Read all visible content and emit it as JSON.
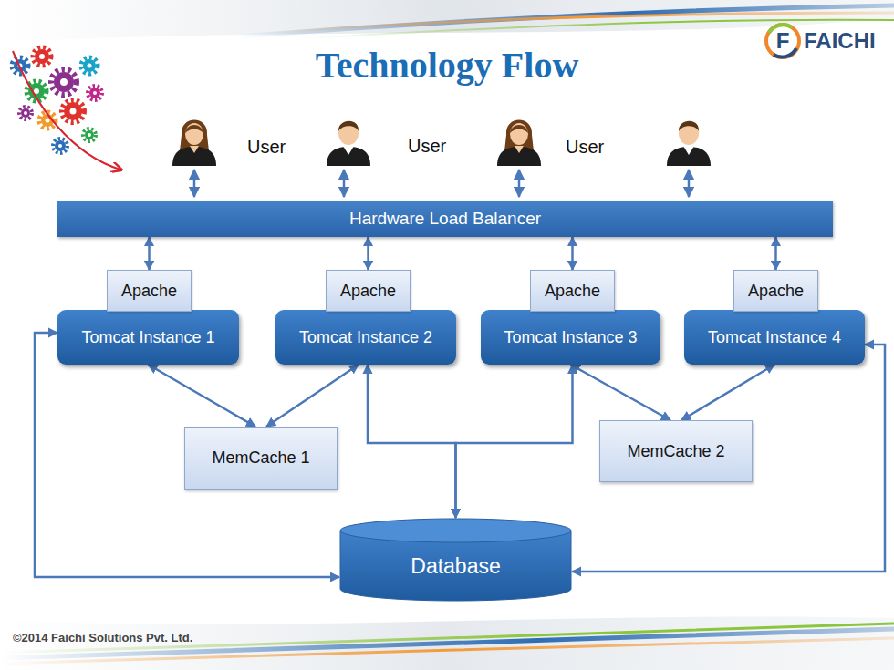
{
  "diagram": {
    "title": "Technology Flow",
    "nodes": [
      {
        "text": [
          "Hardware Load Balancer"
        ]
      },
      {
        "text": [
          "Apache"
        ]
      },
      {
        "text": [
          "Tomcat Instance 1"
        ]
      },
      {
        "text": [
          "Apache"
        ]
      },
      {
        "text": [
          "Tomcat Instance 2"
        ]
      },
      {
        "text": [
          "Apache"
        ]
      },
      {
        "text": [
          "Tomcat Instance 3"
        ]
      },
      {
        "text": [
          "Apache"
        ]
      },
      {
        "text": [
          "Tomcat Instance 4"
        ]
      },
      {
        "text": [
          "MemCache 1"
        ]
      },
      {
        "text": [
          "MemCache 2"
        ]
      },
      {
        "text": [
          "Database"
        ]
      }
    ],
    "edges": [
      {
        "from": 0,
        "to": 1,
        "arrow": "both"
      },
      {
        "from": 0,
        "to": 3,
        "arrow": "both"
      },
      {
        "from": 0,
        "to": 5,
        "arrow": "both"
      },
      {
        "from": 0,
        "to": 7,
        "arrow": "both"
      },
      {
        "from": 2,
        "to": 9,
        "arrow": "both"
      },
      {
        "from": 4,
        "to": 9,
        "arrow": "both"
      },
      {
        "from": 6,
        "to": 10,
        "arrow": "both"
      },
      {
        "from": 8,
        "to": 10,
        "arrow": "both"
      },
      {
        "from": 4,
        "to": 11,
        "arrow": "both"
      },
      {
        "from": 6,
        "to": 11,
        "arrow": "both"
      },
      {
        "from": 2,
        "to": 11,
        "arrow": "both"
      },
      {
        "from": 8,
        "to": 11,
        "arrow": "both"
      }
    ],
    "labels": [
      "User",
      "User",
      "User",
      "F",
      "FAICHI",
      "©2014 Faichi Solutions Pvt. Ltd."
    ]
  }
}
